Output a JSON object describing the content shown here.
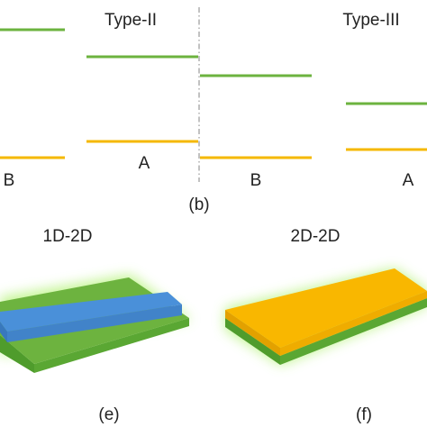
{
  "band_diagrams": {
    "type_ii_title": "Type-II",
    "type_iii_title": "Type-III",
    "type_ii_left_label": "B",
    "type_ii_right_label": "A",
    "type_iii_left_label": "B",
    "type_iii_right_label": "A",
    "panel_label": "(b)"
  },
  "heterostructures": {
    "left_title": "1D-2D",
    "right_title": "2D-2D",
    "left_panel_label": "(e)",
    "right_panel_label": "(f)"
  },
  "colors": {
    "conduction_band": "#6cb33f",
    "valence_band": "#f5b800",
    "divider": "#999999",
    "substrate_green": "#6db33f",
    "nanowire_blue": "#4a90d9",
    "top_layer_orange": "#f9b700",
    "glow": "#b6f27a"
  }
}
